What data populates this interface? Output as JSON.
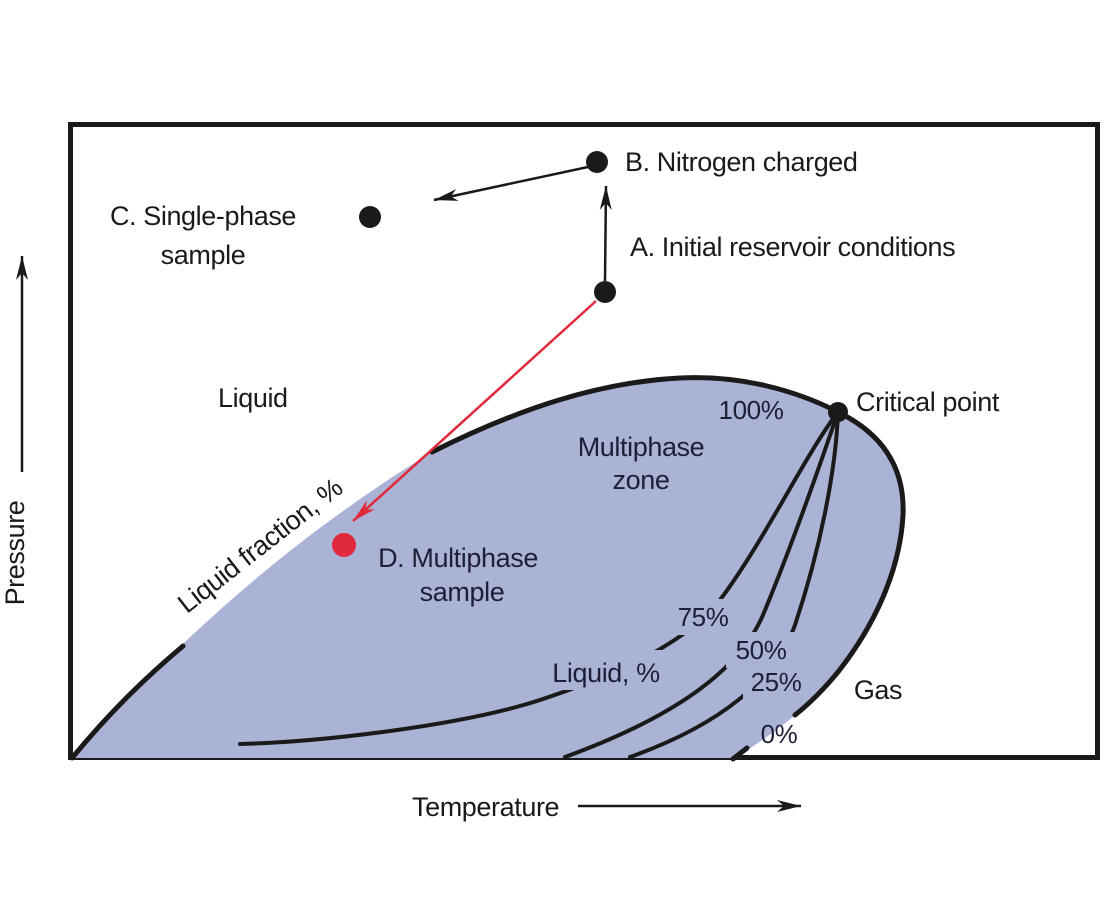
{
  "title_note": "Pressure-Temperature phase diagram for reservoir fluid sampling",
  "colors": {
    "envelope_fill": "#aab3d5",
    "line_black": "#1a1a1a",
    "accent_red": "#e0293a",
    "text_dark": "#1a1a1a",
    "text_navy": "#1e1e38"
  },
  "axes": {
    "y_label": "Pressure",
    "x_label": "Temperature"
  },
  "points": [
    {
      "id": "B",
      "label": "B. Nitrogen charged",
      "color": "black"
    },
    {
      "id": "A",
      "label": "A. Initial reservoir conditions",
      "color": "black"
    },
    {
      "id": "C",
      "label_line1": "C. Single-phase",
      "label_line2": "sample",
      "color": "black"
    },
    {
      "id": "D",
      "label_line1": "D. Multiphase",
      "label_line2": "sample",
      "color": "red"
    },
    {
      "id": "critical",
      "label": "Critical point",
      "color": "black"
    }
  ],
  "labels": {
    "point_b": "B. Nitrogen charged",
    "point_a": "A. Initial reservoir conditions",
    "point_c_line1": "C. Single-phase",
    "point_c_line2": "sample",
    "point_d_line1": "D. Multiphase",
    "point_d_line2": "sample",
    "critical_point": "Critical point",
    "liquid_region": "Liquid",
    "gas_region": "Gas",
    "multiphase_line1": "Multiphase",
    "multiphase_line2": "zone",
    "liquid_fraction_axis": "Liquid fraction, %",
    "liquid_percent": "Liquid, %"
  },
  "quality_lines": {
    "q100": "100%",
    "q75": "75%",
    "q50": "50%",
    "q25": "25%",
    "q0": "0%"
  }
}
